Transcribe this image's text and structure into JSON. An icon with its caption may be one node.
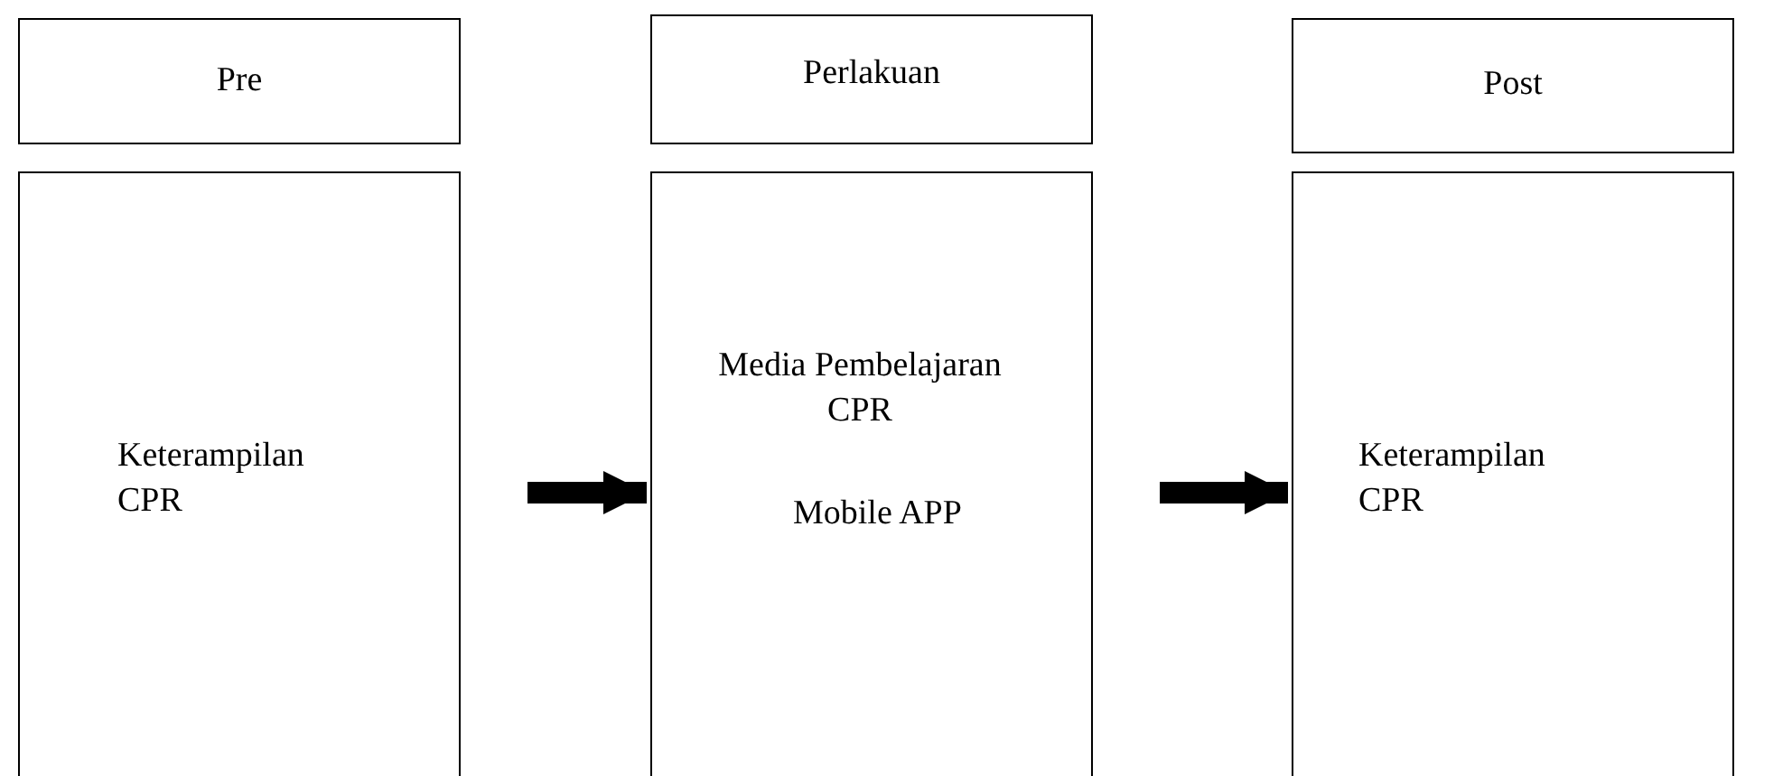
{
  "diagram": {
    "nodes": [
      {
        "text": [
          "Pre"
        ]
      },
      {
        "text": [
          "Keterampilan CPR"
        ]
      },
      {
        "text": [
          "Perlakuan"
        ]
      },
      {
        "text": [
          "Media Pembelajaran CPR",
          "Mobile APP"
        ]
      },
      {
        "text": [
          "Post"
        ]
      },
      {
        "text": [
          "Keterampilan CPR"
        ]
      }
    ],
    "edges": [
      {
        "from": 1,
        "to": 3,
        "arrow": "to"
      },
      {
        "from": 3,
        "to": 5,
        "arrow": "to"
      }
    ]
  }
}
